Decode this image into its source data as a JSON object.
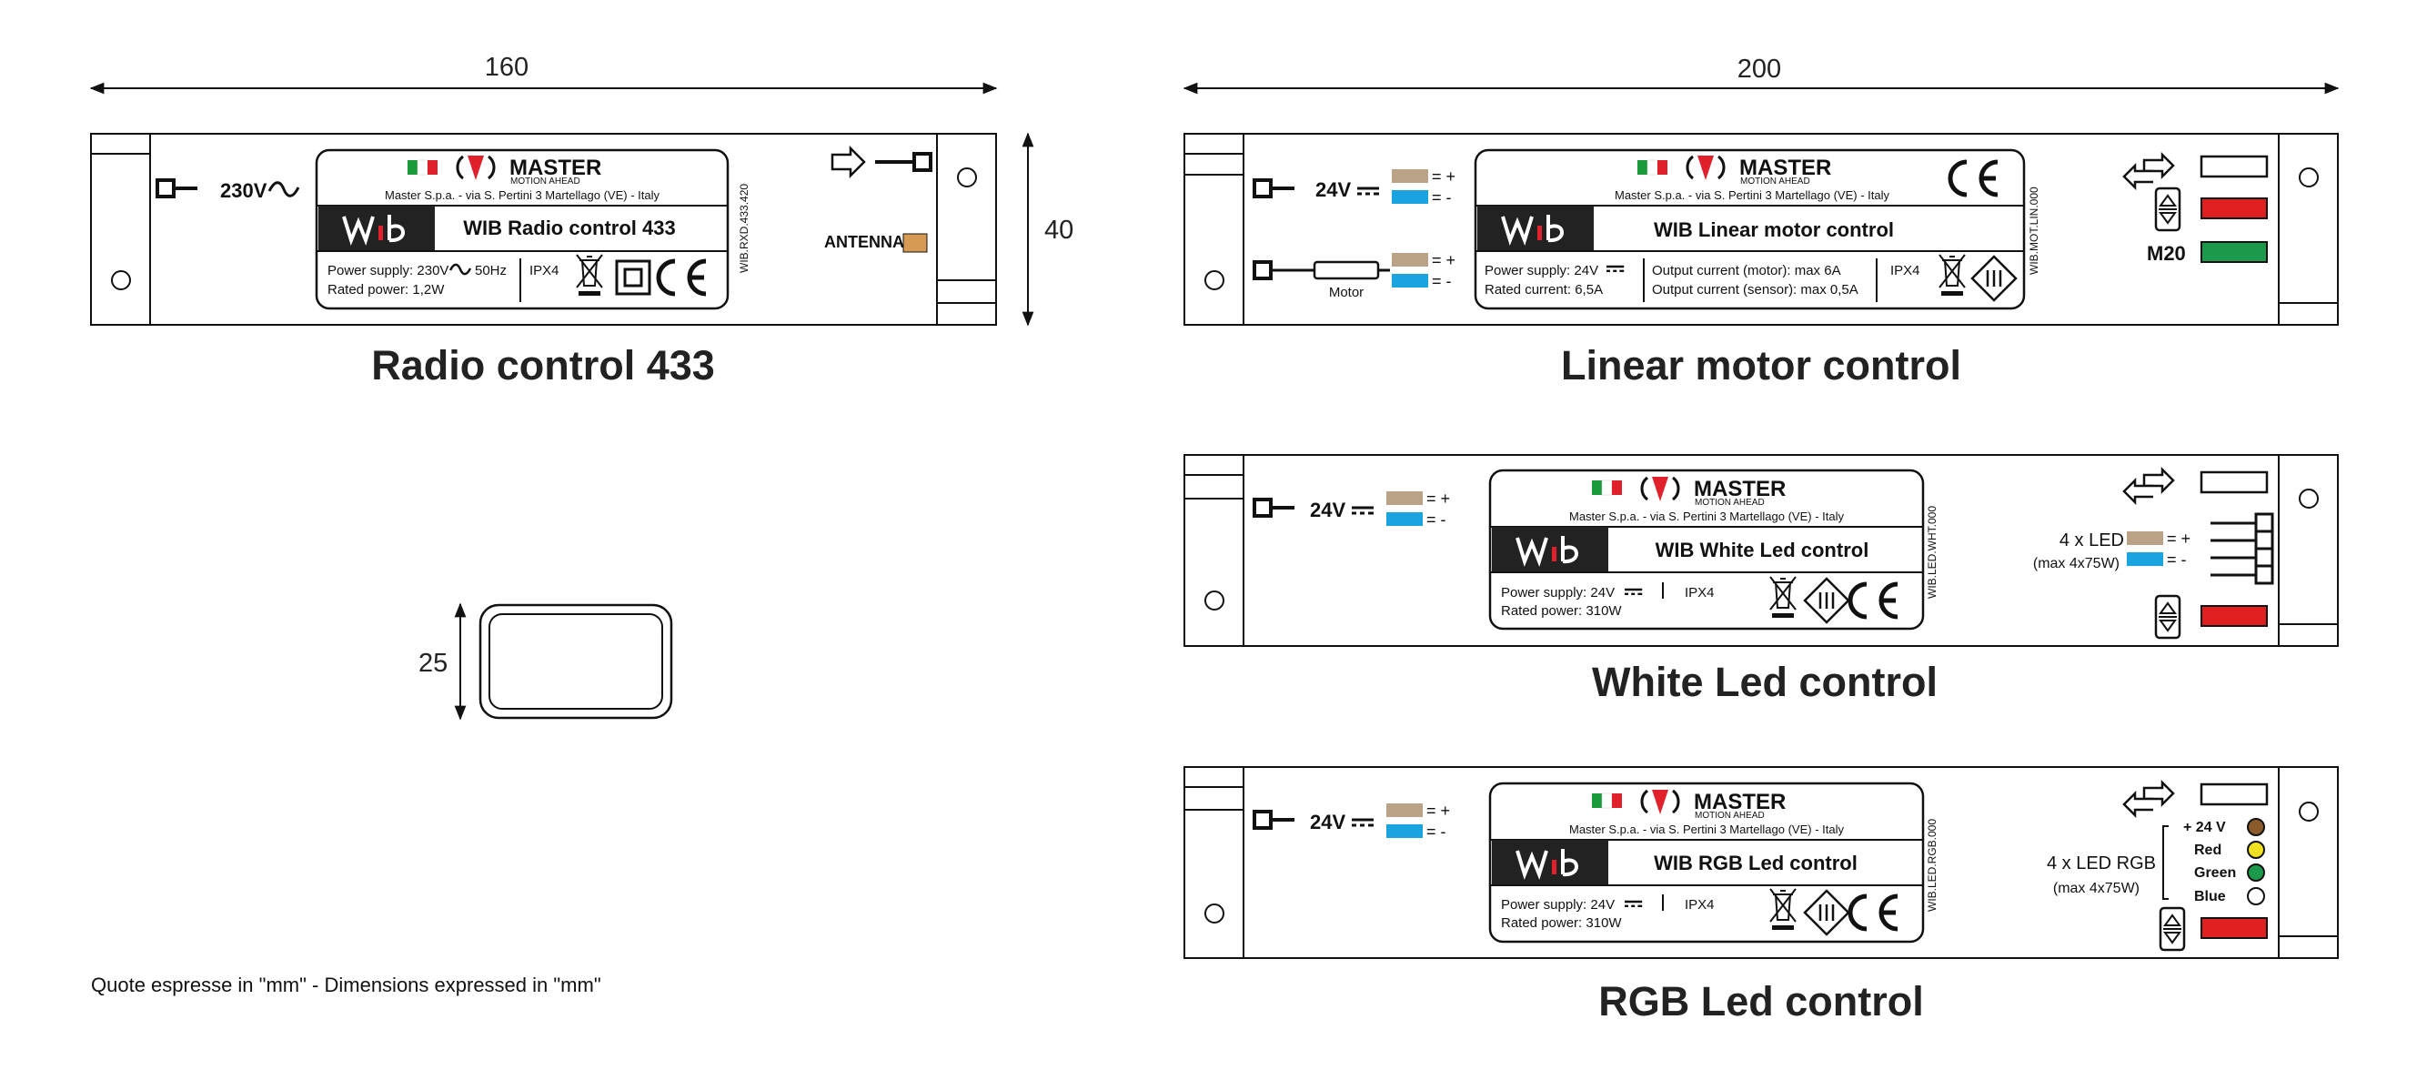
{
  "dimensions": {
    "length_160": "160",
    "length_200": "200",
    "height_40": "40",
    "height_25": "25"
  },
  "brand": {
    "name": "MASTER",
    "tagline": "MOTION AHEAD",
    "address": "Master S.p.a. - via S. Pertini 3 Martellago (VE) - Italy",
    "flag_colors": [
      "#1a9a3a",
      "#ffffff",
      "#e0202a"
    ],
    "logo_color": "#e0202a"
  },
  "colors": {
    "beige_wire": "#b9a285",
    "blue_wire": "#1ba3e0",
    "red_button": "#e02020",
    "green_button": "#1a9a4a",
    "antenna": "#d69a55",
    "led_brown": "#8a5a2a",
    "led_yellow": "#f0e020",
    "led_green": "#1a9a4a",
    "led_white": "#ffffff"
  },
  "devices": [
    {
      "id": "radio",
      "title": "Radio control 433",
      "product": "WIB Radio control 433",
      "code": "WIB.RXD.433.420",
      "spec_line1": "Power supply: 230V",
      "spec_line1_suffix": "50Hz",
      "spec_line2": "Rated power: 1,2W",
      "ip": "IPX4",
      "input_label": "230V",
      "antenna_label": "ANTENNA"
    },
    {
      "id": "linear",
      "title": "Linear motor control",
      "product": "WIB Linear motor control",
      "code": "WIB.MOT.LIN.000",
      "spec_line1": "Power supply:  24V",
      "spec_line2": "Rated current:  6,5A",
      "output1": "Output current (motor):  max 6A",
      "output2": "Output current (sensor):  max 0,5A",
      "ip": "IPX4",
      "input_label": "24V",
      "motor_label": "Motor",
      "gland_label": "M20",
      "plus": "= +",
      "minus": "= -"
    },
    {
      "id": "white",
      "title": "White Led control",
      "product": "WIB White Led control",
      "code": "WIB.LED.WHT.000",
      "spec_line1": "Power supply:  24V",
      "spec_line2": "Rated power:  310W",
      "ip": "IPX4",
      "input_label": "24V",
      "led_label": "4 x LED",
      "led_max": "(max 4x75W)",
      "plus": "= +",
      "minus": "= -"
    },
    {
      "id": "rgb",
      "title": "RGB Led control",
      "product": "WIB RGB Led control",
      "code": "WIB.LED.RGB.000",
      "spec_line1": "Power supply:  24V",
      "spec_line2": "Rated power:  310W",
      "ip": "IPX4",
      "input_label": "24V",
      "led_label": "4 x LED RGB",
      "led_max": "(max 4x75W)",
      "rgb_channels": [
        "+ 24 V",
        "Red",
        "Green",
        "Blue"
      ],
      "plus": "= +",
      "minus": "= -"
    }
  ],
  "footnote": "Quote espresse in \"mm\" - Dimensions expressed in \"mm\""
}
